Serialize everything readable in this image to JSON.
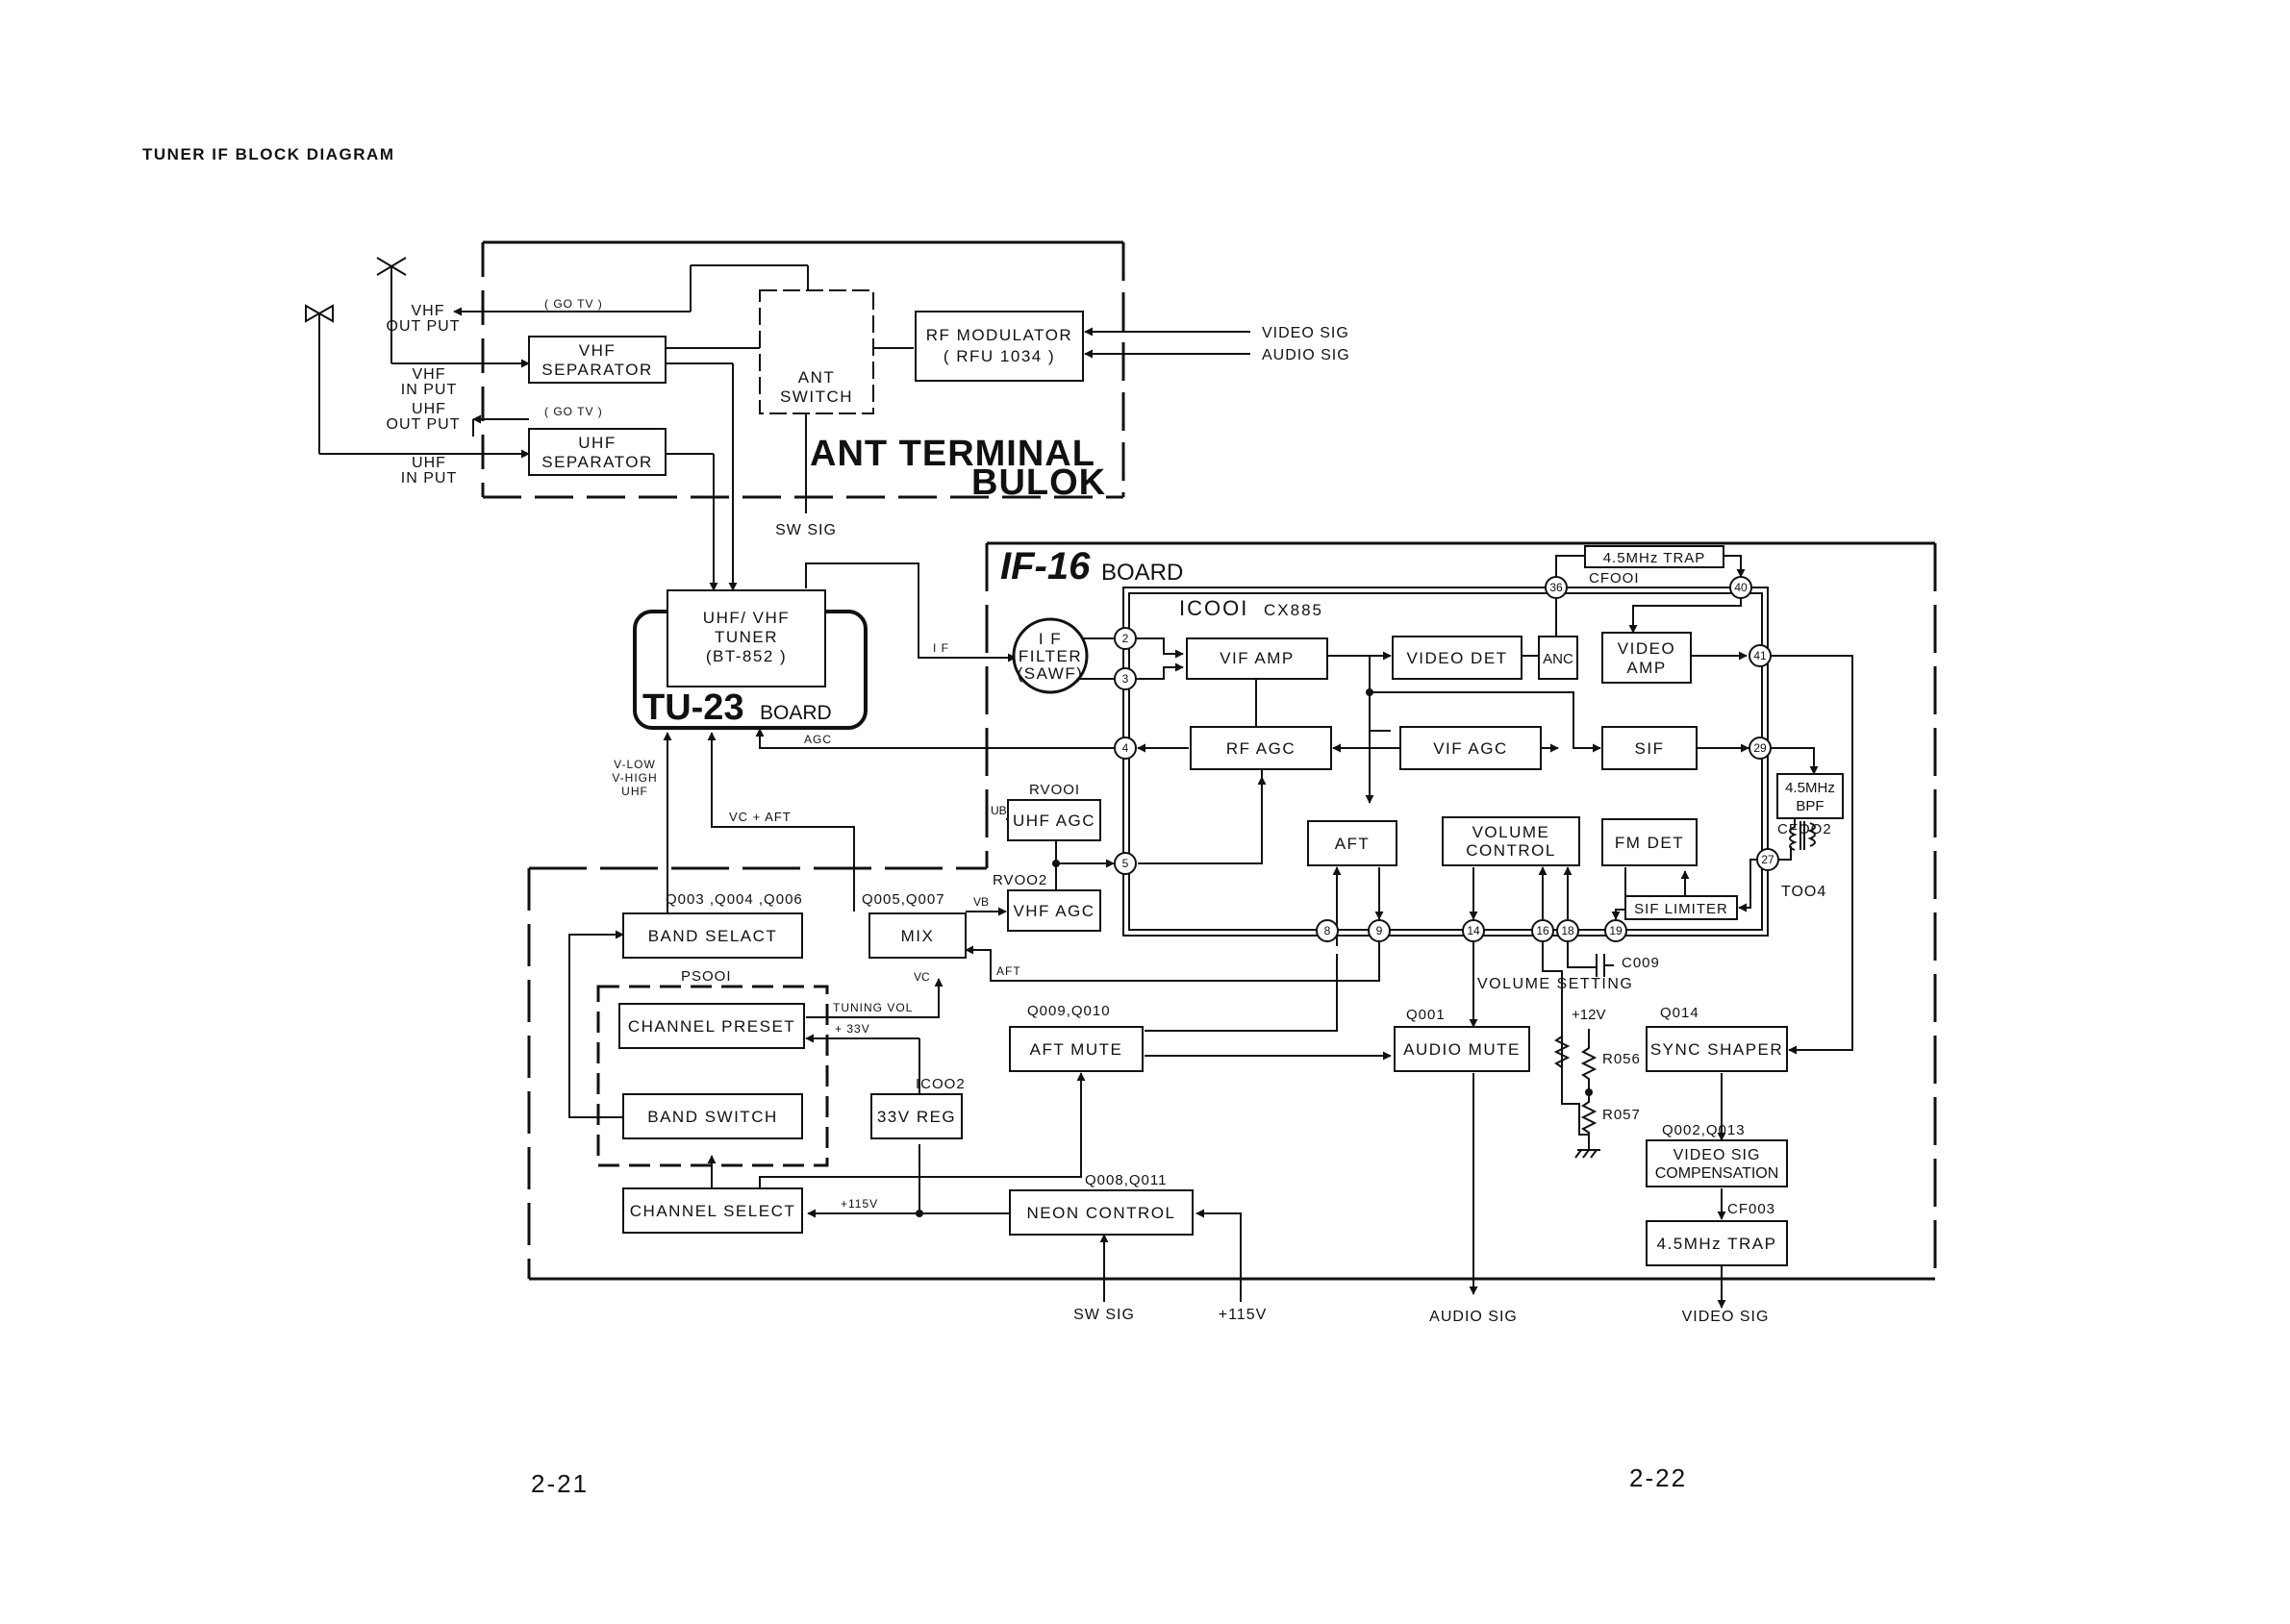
{
  "title": "TUNER IF BLOCK DIAGRAM",
  "boards": {
    "ant_terminal_line1": "ANT TERMINAL",
    "ant_terminal_line2": "BULOK",
    "if16_big": "IF-16",
    "if16_small": "BOARD",
    "tu23_big": "TU-23",
    "tu23_small": "BOARD"
  },
  "blocks": {
    "vhf_separator": [
      "VHF",
      "SEPARATOR"
    ],
    "uhf_separator": [
      "UHF",
      "SEPARATOR"
    ],
    "ant_switch": [
      "ANT",
      "SWITCH"
    ],
    "rf_modulator": [
      "RF MODULATOR",
      "( RFU 1034 )"
    ],
    "tuner": [
      "UHF/ VHF",
      "TUNER",
      "(BT-852 )"
    ],
    "if_filter": [
      "I F",
      "FILTER",
      "(SAWF)"
    ],
    "vif_amp": "VIF AMP",
    "video_det": "VIDEO DET",
    "anc": "ANC",
    "video_amp": [
      "VIDEO",
      "AMP"
    ],
    "rf_agc": "RF AGC",
    "vif_agc": "VIF AGC",
    "sif": "SIF",
    "uhf_agc": "UHF AGC",
    "vhf_agc": "VHF AGC",
    "aft": "AFT",
    "volume_control": [
      "VOLUME",
      "CONTROL"
    ],
    "fm_det": "FM DET",
    "sif_limiter": "SIF LIMITER",
    "trap_top": "4.5MHz TRAP",
    "bpf": [
      "4.5MHz",
      "BPF"
    ],
    "band_select": "BAND SELACT",
    "mix": "MIX",
    "channel_preset": "CHANNEL PRESET",
    "band_switch": "BAND SWITCH",
    "reg_33v": "33V REG",
    "channel_select": "CHANNEL SELECT",
    "aft_mute": "AFT MUTE",
    "neon_control": "NEON CONTROL",
    "audio_mute": "AUDIO MUTE",
    "sync_shaper": "SYNC SHAPER",
    "video_comp": [
      "VIDEO SIG",
      "COMPENSATION"
    ],
    "trap_bottom": "4.5MHz TRAP"
  },
  "labels": {
    "vhf_output": [
      "VHF",
      "OUT PUT"
    ],
    "vhf_input": [
      "VHF",
      "IN PUT"
    ],
    "uhf_output": [
      "UHF",
      "OUT PUT"
    ],
    "uhf_input": [
      "UHF",
      "IN PUT"
    ],
    "go_tv_1": "( GO TV )",
    "go_tv_2": "( GO TV )",
    "video_sig_in": "VIDEO SIG",
    "audio_sig_in": "AUDIO SIG",
    "sw_sig_top": "SW SIG",
    "if": "I F",
    "agc": "AGC",
    "band_lines": [
      "V-LOW",
      "V-HIGH",
      "UHF"
    ],
    "vc_aft": "VC + AFT",
    "ic001": "ICOOI",
    "cx885": "CX885",
    "cf001": "CFOOI",
    "rv001": "RVOOI",
    "rv002": "RVOO2",
    "ub": "UB",
    "vb": "VB",
    "cf002": "CFOO2",
    "t004": "TOO4",
    "q003": "Q003 ,Q004 ,Q006",
    "q005": "Q005,Q007",
    "ps001": "PSOOI",
    "vc": "VC",
    "aft_line": "AFT",
    "tuning_vol": "TUNING VOL",
    "plus33": "+ 33V",
    "ic002": "ICOO2",
    "q009": "Q009,Q010",
    "q001": "Q001",
    "q014": "Q014",
    "c009": "C009",
    "volume_setting": "VOLUME SETTING",
    "plus12": "+12V",
    "r056": "R056",
    "r057": "R057",
    "q002": "Q002,Q013",
    "cf003": "CF003",
    "q008": "Q008,Q011",
    "plus115_line": "+115V",
    "sw_sig_bottom": "SW SIG",
    "plus115_in": "+115V",
    "audio_sig_out": "AUDIO SIG",
    "video_sig_out": "VIDEO SIG"
  },
  "pins": [
    "2",
    "3",
    "4",
    "5",
    "8",
    "9",
    "14",
    "16",
    "18",
    "19",
    "27",
    "29",
    "36",
    "40",
    "41"
  ],
  "pages": {
    "left": "2-21",
    "right": "2-22"
  }
}
